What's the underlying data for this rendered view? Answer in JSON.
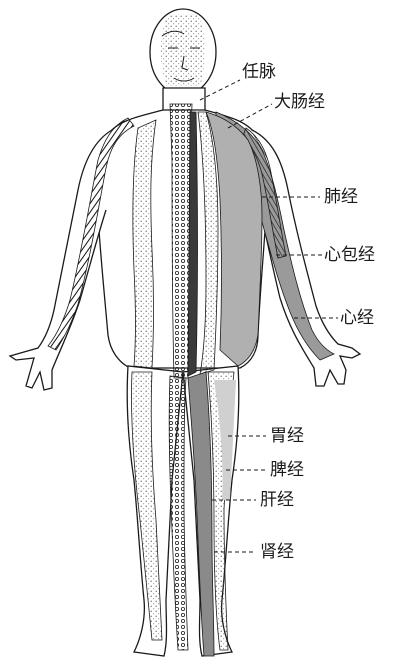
{
  "colors": {
    "ink": "#1a1a1a",
    "skin": "#ffffff",
    "channel_dark": "#8a8a8a",
    "channel_mid": "#b5b5b5",
    "channel_light": "#dcdcdc"
  },
  "labels": {
    "ren_mai": "任脉",
    "da_chang_jing": "大肠经",
    "fei_jing": "肺经",
    "xin_bao_jing": "心包经",
    "xin_jing": "心经",
    "wei_jing": "胃经",
    "pi_jing": "脾经",
    "gan_jing": "肝经",
    "shen_jing": "肾经"
  }
}
